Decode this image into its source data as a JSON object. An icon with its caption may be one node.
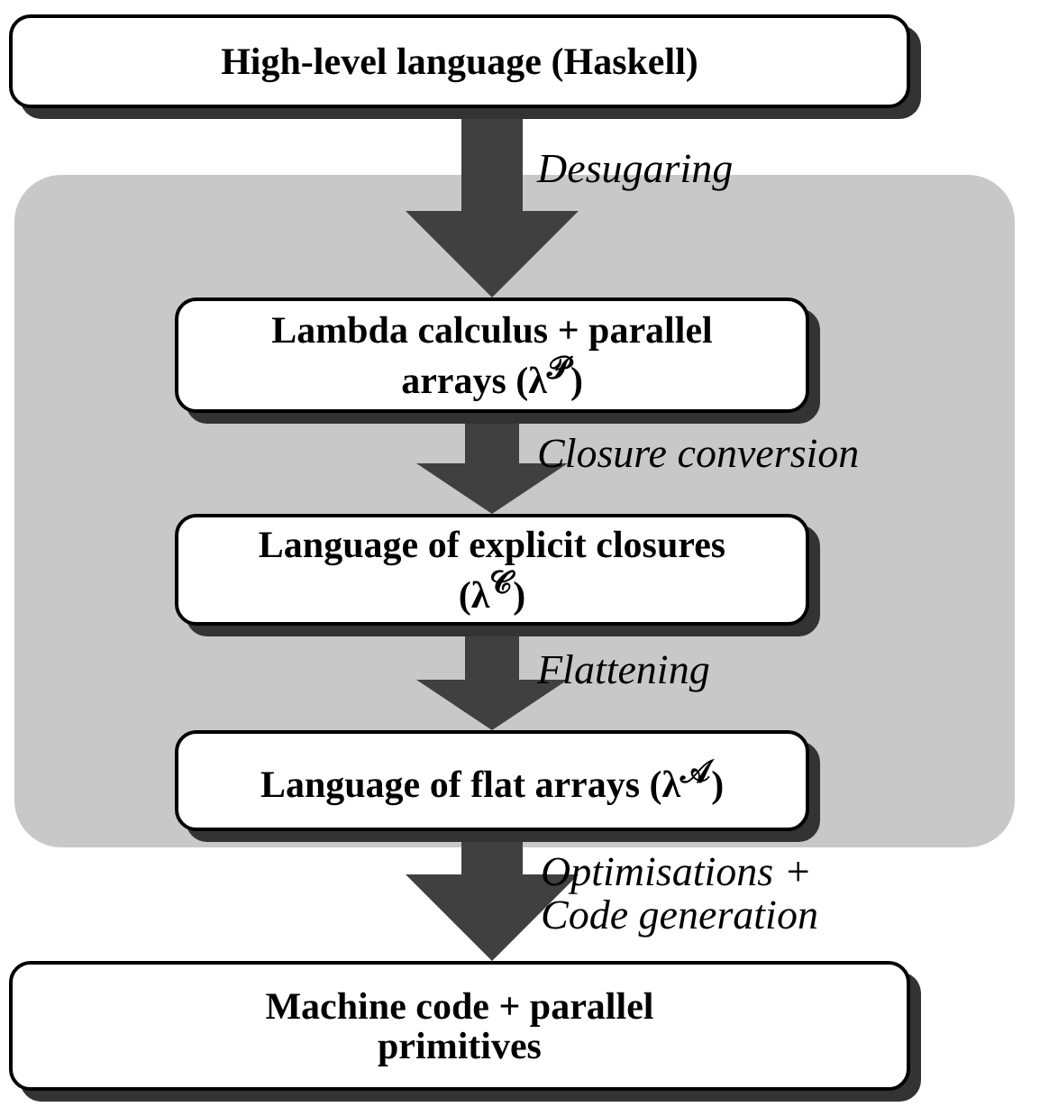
{
  "diagram": {
    "nodes": [
      {
        "text": [
          "High-level language (Haskell)"
        ]
      },
      {
        "text": [],
        "shape": "box"
      },
      {
        "text": [
          "Lambda calculus + parallel arrays (λ$^{𝒫}$)"
        ],
        "in": 1
      },
      {
        "text": [
          "Language of explicit closures (λ$^{𝒞}$)"
        ],
        "in": 1
      },
      {
        "text": [
          "Language of flat arrays (λ$^{𝒜}$)"
        ],
        "in": 1
      },
      {
        "text": [
          "Machine code + parallel primitives"
        ]
      }
    ],
    "edges": [
      {
        "from": 0,
        "to": 2,
        "arrow": "to",
        "label": "Desugaring"
      },
      {
        "from": 2,
        "to": 3,
        "arrow": "to",
        "label": "Closure conversion"
      },
      {
        "from": 3,
        "to": 4,
        "arrow": "to",
        "label": "Flattening"
      },
      {
        "from": 4,
        "to": 5,
        "arrow": "to",
        "label": "Optimisations + Code generation"
      }
    ]
  }
}
